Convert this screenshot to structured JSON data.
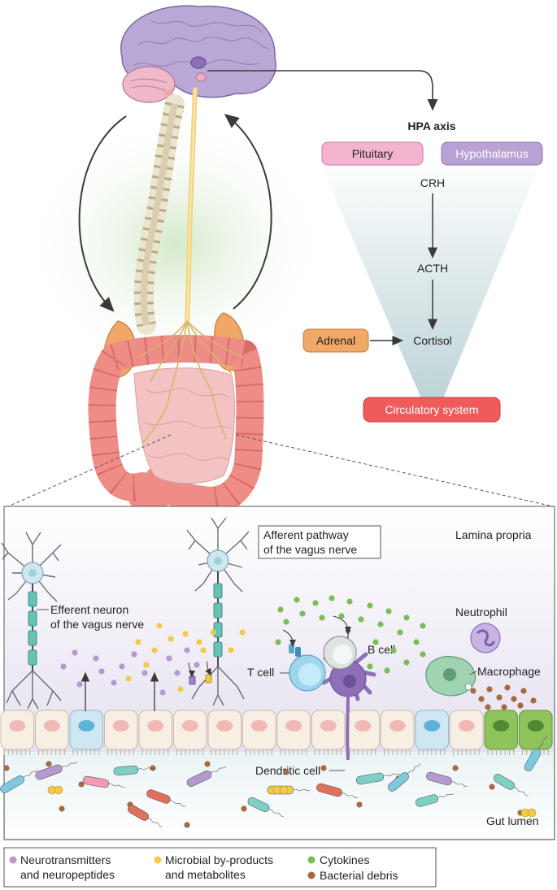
{
  "hpa": {
    "title": "HPA axis",
    "pituitary": "Pituitary",
    "hypothalamus": "Hypothalamus",
    "crh": "CRH",
    "acth": "ACTH",
    "adrenal": "Adrenal",
    "cortisol": "Cortisol",
    "circulatory": "Circulatory system"
  },
  "inset": {
    "lamina": "Lamina propria",
    "afferent_1": "Afferent pathway",
    "afferent_2": "of the vagus nerve",
    "efferent_1": "Efferent neuron",
    "efferent_2": "of the vagus nerve",
    "neutrophil": "Neutrophil",
    "macrophage": "Macrophage",
    "tcell": "T cell",
    "bcell": "B cell",
    "dendritic": "Dendritic cell",
    "gut_lumen": "Gut lumen"
  },
  "legend": {
    "neuro_1": "Neurotransmitters",
    "neuro_2": "and neuropeptides",
    "microbial_1": "Microbial by-products",
    "microbial_2": "and metabolites",
    "cytokines": "Cytokines",
    "debris": "Bacterial debris"
  },
  "colors": {
    "pituitary": "#f4a9c8",
    "hypothalamus": "#b49ad0",
    "adrenal": "#f0a868",
    "circulatory": "#ef5b5b",
    "neuro_dot": "#b49ad0",
    "microbial_dot": "#f3c94a",
    "cytokine_dot": "#7cbd5a",
    "debris_dot": "#a56a3f"
  }
}
